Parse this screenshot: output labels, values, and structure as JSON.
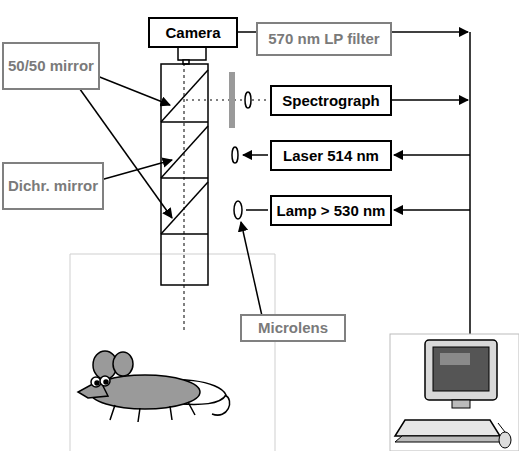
{
  "diagram": {
    "nodes": [
      {
        "text": [
          "Camera"
        ]
      },
      {
        "text": [
          "570 nm LP filter"
        ]
      },
      {
        "text": [
          "50/50 mirror"
        ]
      },
      {
        "text": [
          "Spectrograph"
        ]
      },
      {
        "text": [
          "Laser 514 nm"
        ]
      },
      {
        "text": [
          "Dichr. mirror"
        ]
      },
      {
        "text": [
          "Lamp > 530 nm"
        ]
      },
      {
        "text": [
          "Microlens"
        ]
      }
    ]
  }
}
